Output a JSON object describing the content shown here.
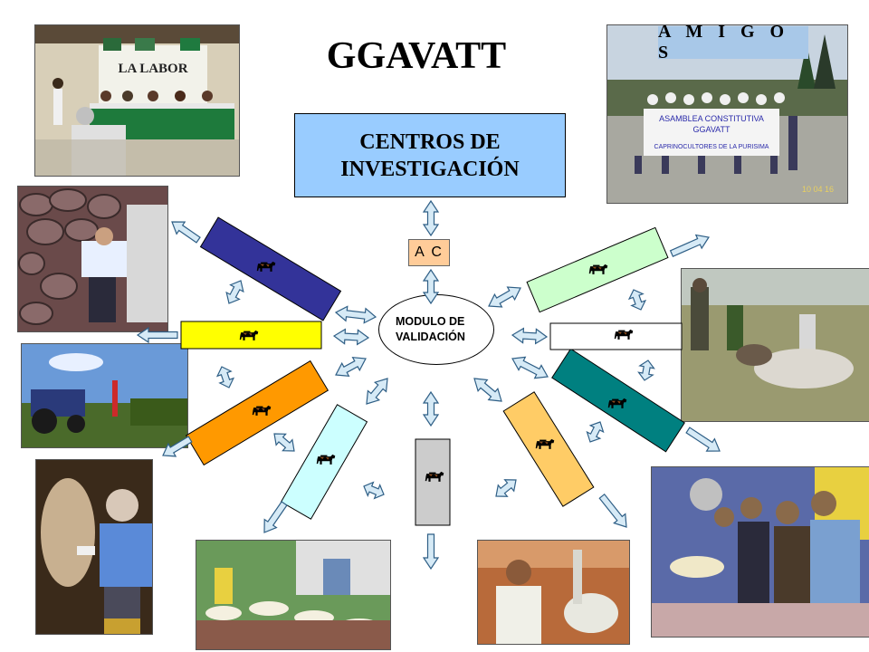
{
  "title": "GGAVATT",
  "center_box": {
    "line1": "CENTROS DE",
    "line2": "INVESTIGACIÓN",
    "color": "#99ccff"
  },
  "link_box": {
    "label": "A C",
    "color": "#ffcc99"
  },
  "hub": {
    "line1": "MODULO DE",
    "line2": "VALIDACIÓN"
  },
  "friends_label": "A M I G O S",
  "photo_text": {
    "event_sign_line1": "LA LABOR",
    "banner_line1": "ASAMBLEA CONSTITUTIVA",
    "banner_line2": "GGAVATT",
    "banner_line3": "CAPRINOCULTORES DE LA PURISIMA",
    "date_stamp": "10 04 16"
  },
  "node_colors": [
    "#333399",
    "#ffff00",
    "#ff9900",
    "#ccffff",
    "#cccccc",
    "#ffcc66",
    "#008080",
    "#ffffff",
    "#ccffcc"
  ],
  "icons": [
    "cow-icon"
  ]
}
